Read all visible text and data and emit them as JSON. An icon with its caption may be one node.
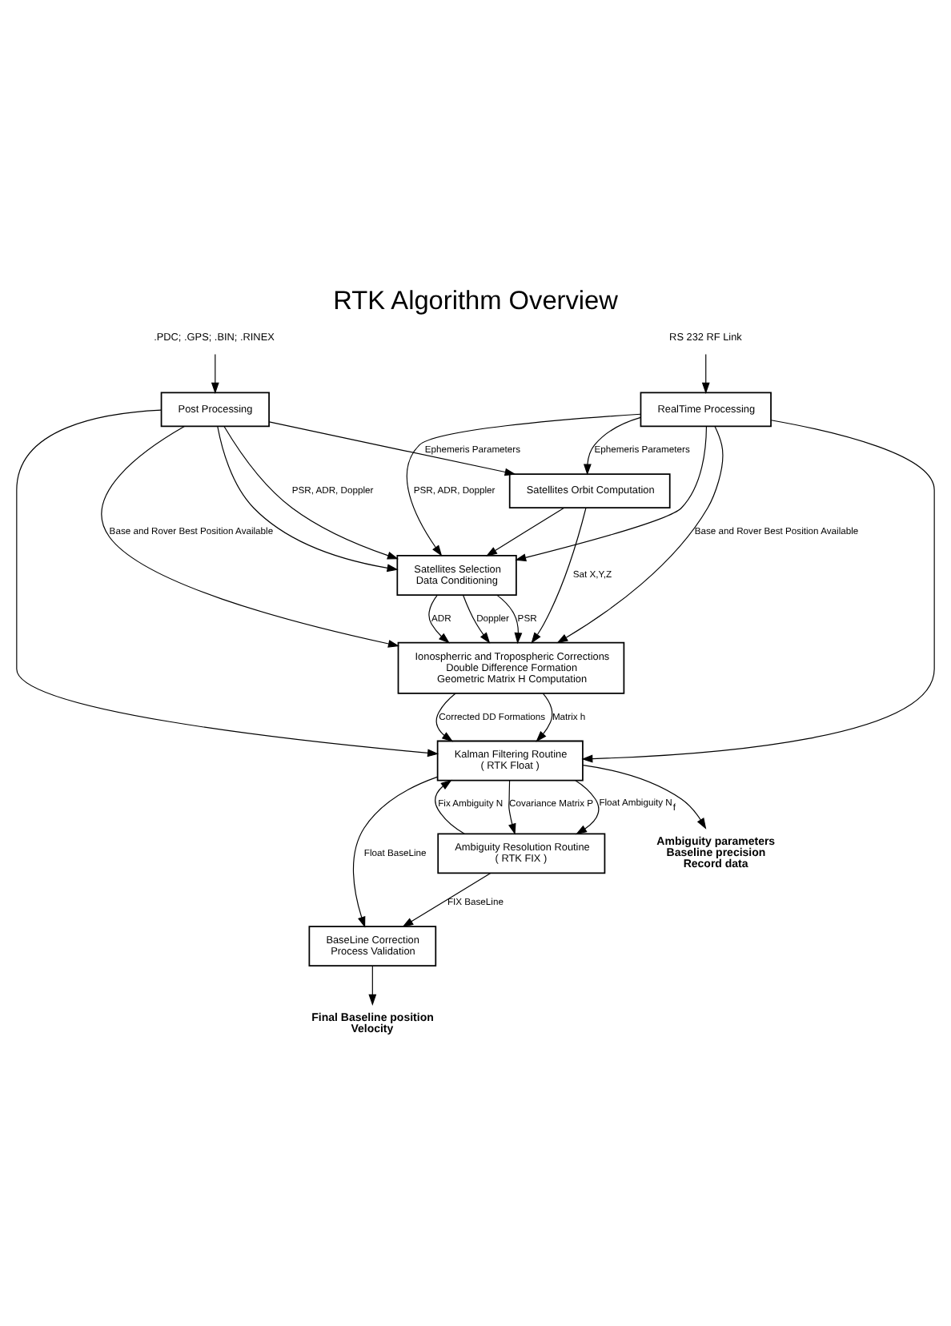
{
  "diagram": {
    "title": "RTK Algorithm Overview",
    "nodes": [
      {
        "text": [
          "RS 232 RF Link"
        ]
      },
      {
        "text": [
          ".PDC; .GPS; .BIN; .RINEX"
        ]
      },
      {
        "text": [
          "RealTime Processing"
        ]
      },
      {
        "text": [
          "Post Processing"
        ]
      },
      {
        "text": [
          "Satellites Orbit Computation"
        ]
      },
      {
        "text": [
          "Satellites Selection",
          "Data Conditioning"
        ]
      },
      {
        "text": [
          "Ionospherric and Tropospheric Corrections",
          "Double Difference Formation",
          "Geometric Matrix H Computation"
        ]
      },
      {
        "text": [
          "Kalman Filtering Routine",
          "( RTK Float )"
        ]
      },
      {
        "text": [
          "Ambiguity Resolution Routine",
          "( RTK FIX )"
        ]
      },
      {
        "text": [
          "BaseLine Correction",
          "Process Validation"
        ]
      },
      {
        "text": [
          "Ambiguity parameters",
          "Baseline precision",
          "Record data"
        ]
      },
      {
        "text": [
          "Final Baseline position",
          "Velocity"
        ]
      }
    ],
    "edges": [
      {
        "from": 0,
        "to": 2,
        "arrow": "to"
      },
      {
        "from": 1,
        "to": 3,
        "arrow": "to"
      },
      {
        "from": 2,
        "to": 5,
        "arrow": "to",
        "label": "PSR, ADR, Doppler"
      },
      {
        "from": 2,
        "to": 4,
        "arrow": "to",
        "label": "Ephemeris Parameters"
      },
      {
        "from": 3,
        "to": 4,
        "arrow": "to",
        "label": "Ephemeris Parameters"
      },
      {
        "from": 3,
        "to": 5,
        "arrow": "to",
        "label": "PSR, ADR, Doppler"
      },
      {
        "from": 4,
        "to": 5,
        "arrow": "to"
      },
      {
        "from": 4,
        "to": 6,
        "arrow": "to",
        "label": "Sat X,Y,Z"
      },
      {
        "from": 2,
        "to": 5,
        "arrow": "to"
      },
      {
        "from": 2,
        "to": 6,
        "arrow": "to",
        "label": "Base and Rover Best Position Available"
      },
      {
        "from": 2,
        "to": 7,
        "arrow": "to"
      },
      {
        "from": 3,
        "to": 5,
        "arrow": "to"
      },
      {
        "from": 3,
        "to": 6,
        "arrow": "to",
        "label": "Base and Rover Best Position Available"
      },
      {
        "from": 3,
        "to": 7,
        "arrow": "to"
      },
      {
        "from": 5,
        "to": 6,
        "arrow": "to",
        "label": "PSR"
      },
      {
        "from": 5,
        "to": 6,
        "arrow": "to",
        "label": "ADR"
      },
      {
        "from": 5,
        "to": 6,
        "arrow": "to",
        "label": "Doppler"
      },
      {
        "from": 6,
        "to": 7,
        "arrow": "to",
        "label": "Matrix h"
      },
      {
        "from": 6,
        "to": 7,
        "arrow": "to",
        "label": "Corrected DD Formations"
      },
      {
        "from": 7,
        "to": 8,
        "arrow": "to",
        "label": "Covariance Matrix P"
      },
      {
        "from": 7,
        "to": 8,
        "arrow": "to",
        "label": "Float Ambiguity N$_{f}$"
      },
      {
        "from": 8,
        "to": 7,
        "arrow": "to",
        "label": "Fix Ambiguity N"
      },
      {
        "from": 7,
        "to": 10,
        "arrow": "to"
      },
      {
        "from": 7,
        "to": 9,
        "arrow": "to",
        "label": "Float BaseLine"
      },
      {
        "from": 8,
        "to": 9,
        "arrow": "to",
        "label": "FIX BaseLine"
      },
      {
        "from": 9,
        "to": 11,
        "arrow": "to"
      }
    ]
  }
}
